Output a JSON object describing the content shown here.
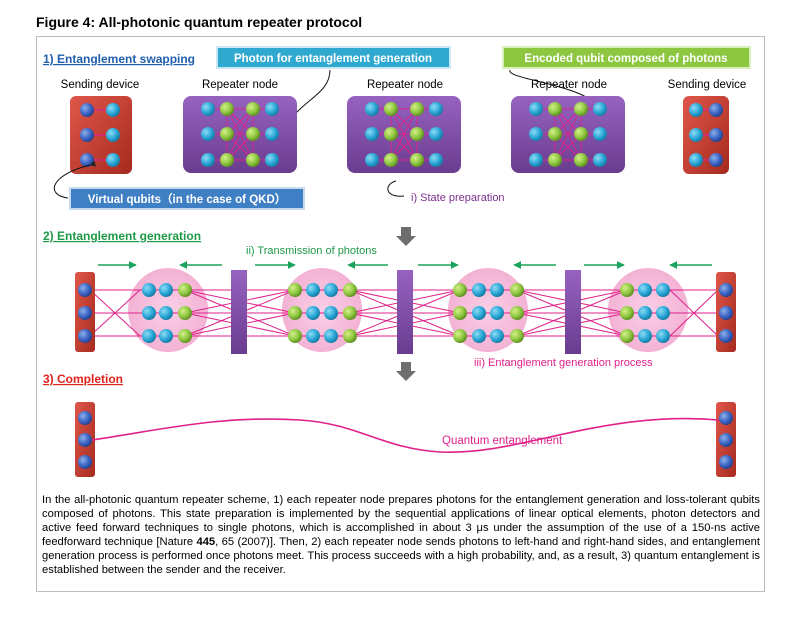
{
  "title": "Figure 4: All-photonic quantum repeater protocol",
  "sections": {
    "s1": "1) Entanglement swapping",
    "s2": "2) Entanglement generation",
    "s3": "3) Completion"
  },
  "callouts": {
    "photon": "Photon for entanglement generation",
    "encoded": "Encoded qubit  composed of photons",
    "virtual": "Virtual qubits（in the case of QKD）"
  },
  "nodes": {
    "sending_left": "Sending device",
    "repeater_1": "Repeater node",
    "repeater_2": "Repeater node",
    "repeater_3": "Repeater node",
    "sending_right": "Sending device"
  },
  "labels": {
    "state_prep": "i) State preparation",
    "transmission": "ii) Transmission of photons",
    "gen_process": "iii) Entanglement generation process",
    "quantum_ent": "Quantum entanglement"
  },
  "caption": {
    "p1": "In the all-photonic quantum repeater scheme, 1) each repeater node prepares photons for the entanglement generation and loss-tolerant qubits composed of photons. This state preparation is implemented by the sequential applications of linear optical elements, photon detectors and active feed forward techniques to single photons, which is accomplished in about 3 μs under the assumption of the use of a 150-ns active feedforward technique [Nature ",
    "vol": "445",
    "p2": ", 65 (2007)]. Then, 2) each repeater node sends photons to left-hand and right-hand sides, and entanglement generation process is performed once photons meet.  This process succeeds with a high probability, and, as a result, 3) quantum entanglement is established between the sender and the receiver."
  },
  "colors": {
    "purple_box": "#7b4aa0",
    "red_box": "#c0392b",
    "photon_blue": "#29a6d6",
    "green_photon": "#8dc63f",
    "magenta_line": "#e0218a",
    "pink_halo": "#f6bfdc",
    "arrow_green": "#1aa35a",
    "section_blue": "#1f5fae",
    "section_green": "#1e9a48",
    "section_red": "#e0231d"
  }
}
